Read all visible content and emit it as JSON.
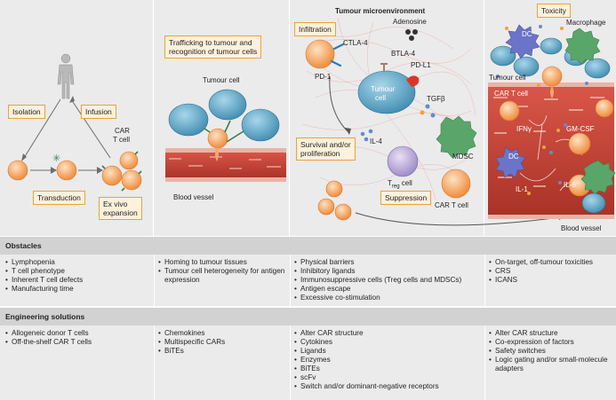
{
  "labels": {
    "isolation": "Isolation",
    "infusion": "Infusion",
    "car_t_cell_line1": "CAR",
    "car_t_cell_line2": "T cell",
    "transduction": "Transduction",
    "ex_vivo_line1": "Ex vivo",
    "ex_vivo_line2": "expansion",
    "trafficking_line1": "Trafficking to tumour and",
    "trafficking_line2": "recognition of tumour cells",
    "tumour_cell_panel2": "Tumour cell",
    "blood_vessel_panel2": "Blood vessel",
    "tme_title": "Tumour microenvironment",
    "infiltration": "Infiltration",
    "adenosine": "Adenosine",
    "ctla4": "CTLA-4",
    "btla4": "BTLA-4",
    "pd1": "PD-1",
    "pdl1": "PD-L1",
    "tumour_cell_line1": "Tumour",
    "tumour_cell_line2": "cell",
    "tgfb": "TGFβ",
    "il4": "IL-4",
    "survival_line1": "Survival and/or",
    "survival_line2": "proliferation",
    "mdsc": "MDSC",
    "treg_prefix": "T",
    "treg_sub": "reg",
    "treg_suffix": " cell",
    "suppression": "Suppression",
    "car_t_cell_panel3": "CAR T cell",
    "toxicity": "Toxicity",
    "dc_top": "DC",
    "macrophage": "Macrophage",
    "tumour_cell_panel4": "Tumour cell",
    "car_t_cell_panel4": "CAR T cell",
    "ifng": "IFNγ",
    "gmcsf": "GM-CSF",
    "dc_bottom": "DC",
    "il1": "IL-1",
    "il6": "IL-6",
    "blood_vessel_panel4": "Blood vessel"
  },
  "obstacles": {
    "heading": "Obstacles",
    "columns": [
      [
        "Lymphopenia",
        "T cell phenotype",
        "Inherent T cell defects",
        "Manufacturing time"
      ],
      [
        "Homing to tumour tissues",
        "Tumour cell heterogeneity for antigen expression"
      ],
      [
        "Physical barriers",
        "Inhibitory ligands",
        "Immunosuppressive cells (Treg cells and MDSCs)",
        "Antigen escape",
        "Excessive co-stimulation"
      ],
      [
        "On-target, off-tumour toxicities",
        "CRS",
        "ICANS"
      ]
    ]
  },
  "solutions": {
    "heading": "Engineering solutions",
    "columns": [
      [
        "Allogeneic donor T cells",
        "Off-the-shelf CAR T cells"
      ],
      [
        "Chemokines",
        "Multispecific CARs",
        "BiTEs"
      ],
      [
        "Alter CAR structure",
        "Cytokines",
        "Ligands",
        "Enzymes",
        "BiTEs",
        "scFv",
        "Switch and/or dominant-negative receptors"
      ],
      [
        "Alter CAR structure",
        "Co-expression of factors",
        "Safety switches",
        "Logic gating and/or small-molecule adapters"
      ]
    ]
  },
  "colors": {
    "panel_bg": "#ebebeb",
    "label_box_fill": "#fdf1dc",
    "label_box_border": "#e8a23a",
    "t_cell": "#f5a868",
    "tumour_cell": "#5fa8c8",
    "vessel": "#c0392b",
    "mdsc": "#5aa56a",
    "dc": "#6b74c8",
    "treg": "#b7a3d8",
    "header_bg": "#d2d2d2"
  }
}
